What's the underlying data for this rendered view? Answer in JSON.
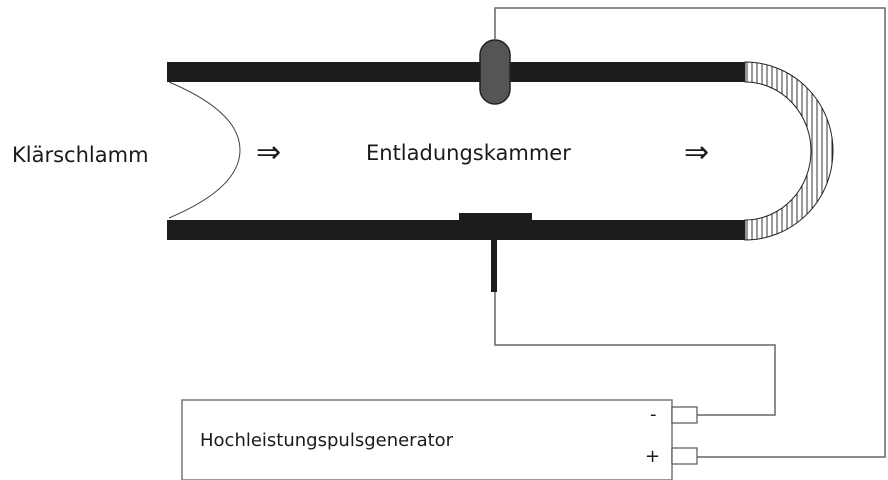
{
  "labels": {
    "input": "Klärschlamm",
    "chamber": "Entladungskammer",
    "generator": "Hochleistungspulsgenerator",
    "minus": "-",
    "plus": "+"
  },
  "flow_arrow": "⇒",
  "colors": {
    "tube_wall": "#1c1c1c",
    "electrode_top": "#555555",
    "wire": "#666666",
    "box_border": "#777777"
  }
}
